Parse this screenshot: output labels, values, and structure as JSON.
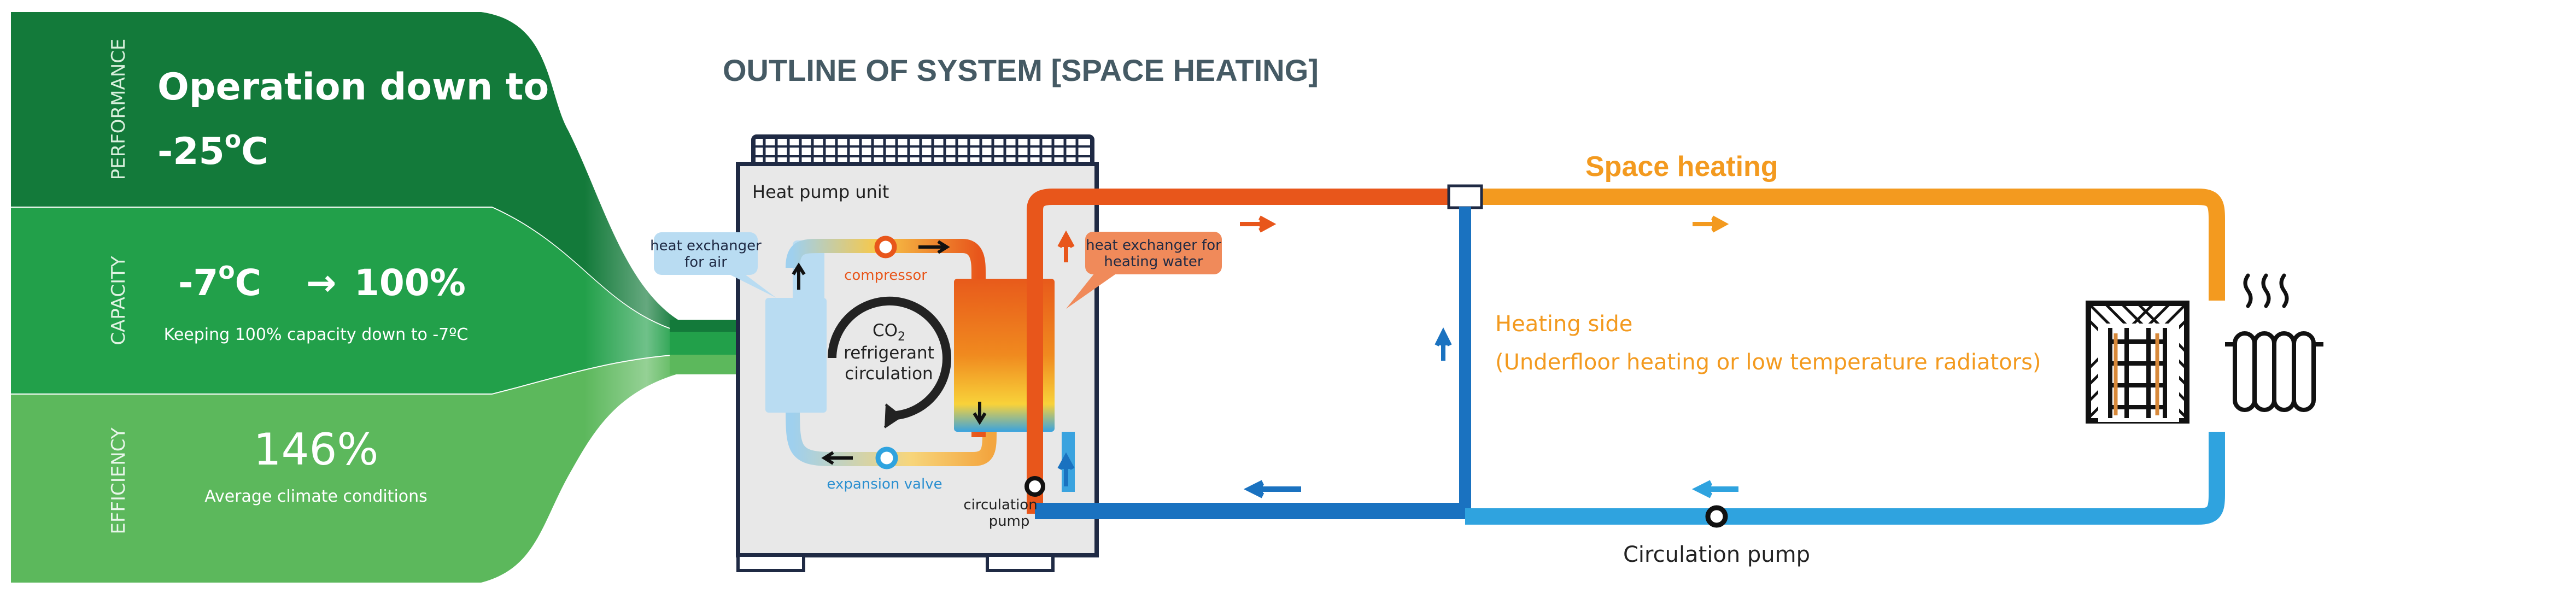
{
  "colors": {
    "band_dark": "#137a3a",
    "band_mid": "#22a04a",
    "band_light": "#5cb85c",
    "hot": "#e8561b",
    "warm": "#f39a1f",
    "cold": "#1a7cc4",
    "cold_light": "#2fa3df",
    "title": "#455a64",
    "unit_body": "#e8e8e8",
    "unit_border": "#1f2a44",
    "hx_air": "#b9dcf2",
    "hx_water": "#f08a5a"
  },
  "panels": {
    "performance": {
      "side_label": "PERFORMANCE",
      "headline_prefix": "Operation down to",
      "headline_value": "-25",
      "headline_sup": "o",
      "headline_unit": "C"
    },
    "capacity": {
      "side_label": "CAPACITY",
      "value_prefix": "-7",
      "value_sup": "o",
      "value_unit": "C",
      "arrow": "→",
      "value_result": "100%",
      "subtext": "Keeping 100% capacity down to -7ºC"
    },
    "efficiency": {
      "side_label": "EFFICIENCY",
      "value": "146%",
      "subtext": "Average climate conditions"
    }
  },
  "diagram": {
    "title": "OUTLINE OF SYSTEM [SPACE HEATING]",
    "unit_label": "Heat pump unit",
    "hx_air_line1": "heat exchanger",
    "hx_air_line2": "for air",
    "hx_water_line1": "heat exchanger for",
    "hx_water_line2": "heating water",
    "compressor": "compressor",
    "refrigerant_line1": "CO",
    "refrigerant_sub": "2",
    "refrigerant_line2": "refrigerant",
    "refrigerant_line3": "circulation",
    "expansion_valve": "expansion valve",
    "circ_pump_line1": "circulation",
    "circ_pump_line2": "pump",
    "space_heating": "Space heating",
    "heating_side": "Heating side",
    "heating_side_note": "(Underfloor heating or low temperature radiators)",
    "circulation_pump": "Circulation pump"
  },
  "icons": [
    "compressor-icon",
    "expansion-valve-icon",
    "pump-icon",
    "underfloor-heating-icon",
    "radiator-icon",
    "flow-arrow-icon"
  ]
}
